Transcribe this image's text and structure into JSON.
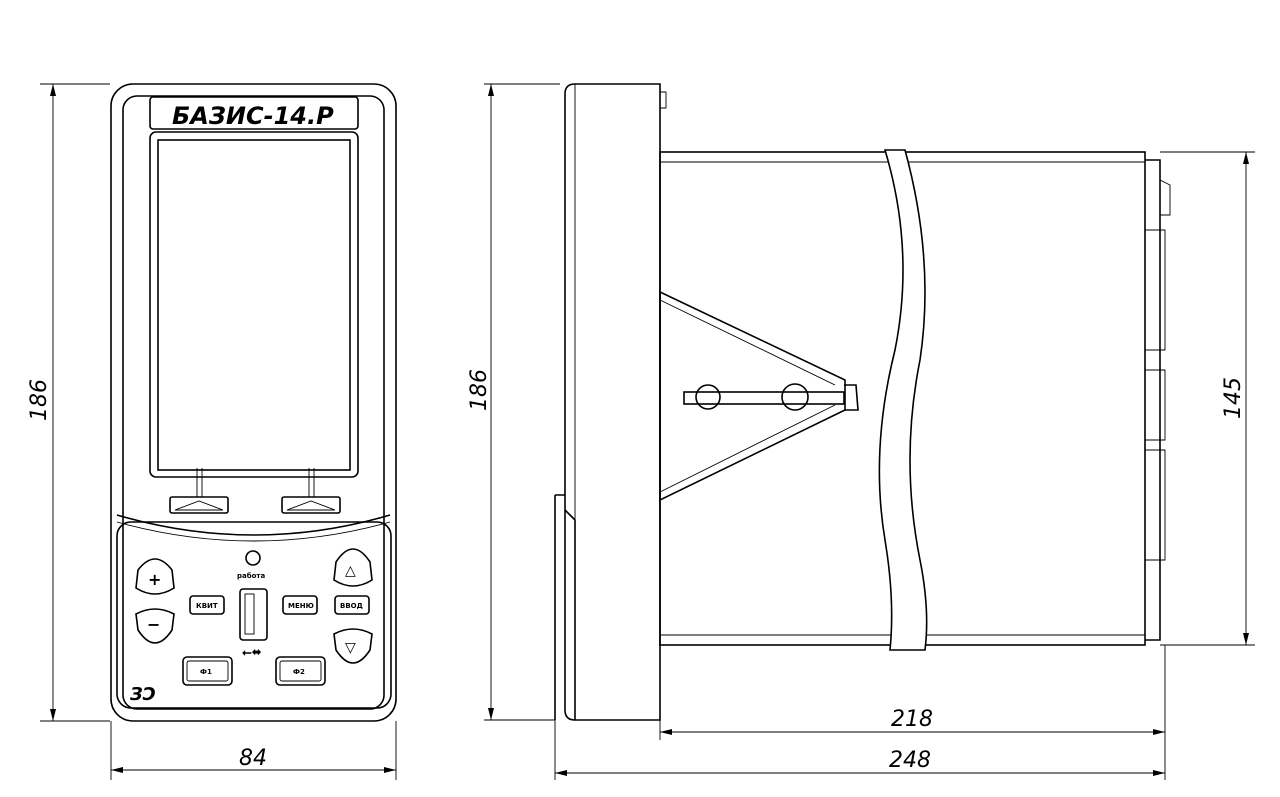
{
  "device": {
    "brand_label": "БАЗИС-14.Р",
    "indicator_label": "работа",
    "buttons": {
      "plus": "+",
      "minus": "−",
      "up": "△",
      "down": "▽",
      "kvit": "КВИТ",
      "menu": "МЕНЮ",
      "vvod": "ВВОД",
      "f1": "Ф1",
      "f2": "Ф2"
    }
  },
  "dimensions": {
    "front_height": "186",
    "front_width": "84",
    "side_height": "186",
    "body_height": "145",
    "body_depth": "218",
    "total_depth": "248"
  }
}
